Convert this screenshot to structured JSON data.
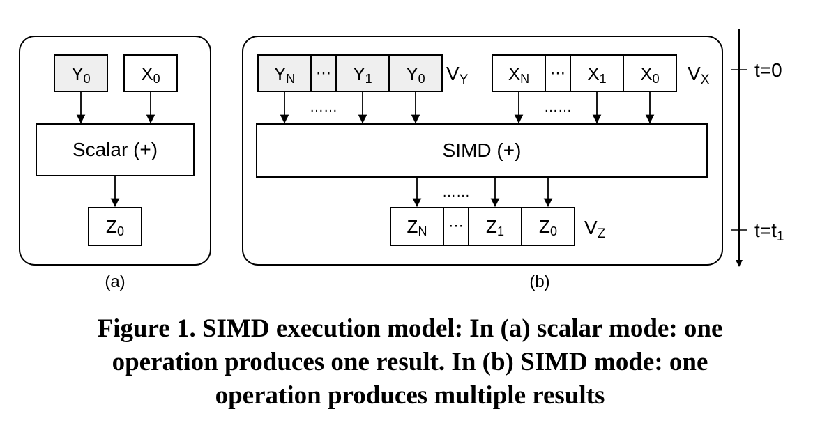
{
  "panel_a": {
    "inputs": [
      {
        "base": "Y",
        "sub": "0",
        "shaded": true
      },
      {
        "base": "X",
        "sub": "0",
        "shaded": false
      }
    ],
    "unit": "Scalar (+)",
    "output": {
      "base": "Z",
      "sub": "0"
    },
    "label": "(a)"
  },
  "panel_b": {
    "vector_y": {
      "name": {
        "base": "V",
        "sub": "Y"
      },
      "cells": [
        {
          "base": "Y",
          "sub": "N"
        },
        {
          "base": "⋯",
          "sub": ""
        },
        {
          "base": "Y",
          "sub": "1"
        },
        {
          "base": "Y",
          "sub": "0"
        }
      ],
      "shaded": true
    },
    "vector_x": {
      "name": {
        "base": "V",
        "sub": "X"
      },
      "cells": [
        {
          "base": "X",
          "sub": "N"
        },
        {
          "base": "⋯",
          "sub": ""
        },
        {
          "base": "X",
          "sub": "1"
        },
        {
          "base": "X",
          "sub": "0"
        }
      ],
      "shaded": false
    },
    "unit": "SIMD (+)",
    "vector_z": {
      "name": {
        "base": "V",
        "sub": "Z"
      },
      "cells": [
        {
          "base": "Z",
          "sub": "N"
        },
        {
          "base": "⋯",
          "sub": ""
        },
        {
          "base": "Z",
          "sub": "1"
        },
        {
          "base": "Z",
          "sub": "0"
        }
      ]
    },
    "dots": "……",
    "label": "(b)"
  },
  "timeline": {
    "start": {
      "base": "t=0",
      "sub": ""
    },
    "end": {
      "base": "t=t",
      "sub": "1"
    }
  },
  "caption": {
    "lines": [
      "Figure 1. SIMD execution model: In (a) scalar mode: one",
      "operation produces one result. In (b) SIMD mode: one",
      "operation produces multiple results"
    ]
  },
  "colors": {
    "shaded_cell": "#efefef",
    "stroke": "#000000"
  }
}
